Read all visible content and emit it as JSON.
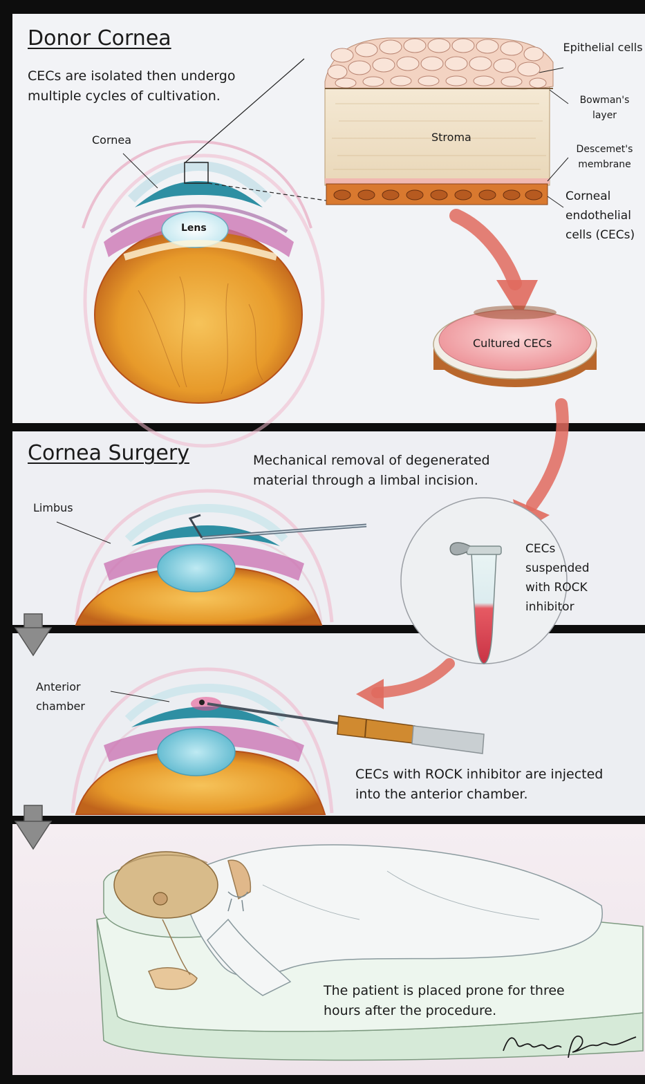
{
  "panel1": {
    "title": "Donor Cornea",
    "caption": "CECs are isolated then undergo multiple cycles of cultivation.",
    "labels": {
      "cornea": "Cornea",
      "lens": "Lens",
      "epithelial": "Epithelial cells",
      "bowman": "Bowman's layer",
      "stroma": "Stroma",
      "descemet": "Descemet's membrane",
      "endothelial": "Corneal endothelial cells (CECs)",
      "cultured": "Cultured CECs"
    }
  },
  "panel2": {
    "title": "Cornea Surgery",
    "caption": "Mechanical removal of degenerated material through a limbal incision.",
    "labels": {
      "limbus": "Limbus",
      "tube": "CECs suspended with ROCK inhibitor"
    }
  },
  "panel3": {
    "labels": {
      "anterior": "Anterior chamber"
    },
    "caption": "CECs with ROCK inhibitor are injected into the anterior chamber."
  },
  "panel4": {
    "caption": "The patient is placed prone for three hours after the procedure.",
    "signature": "Kendra Potts"
  },
  "colors": {
    "frame": "#0d0d0d",
    "panel_bg": "#eeeff3",
    "arrow_red": "#e06a5e",
    "retina_orange": "#e79a2a",
    "cornea_teal": "#2e8fa3",
    "tissue_pink": "#c96fb0",
    "down_arrow_gray": "#8c8c8c"
  }
}
